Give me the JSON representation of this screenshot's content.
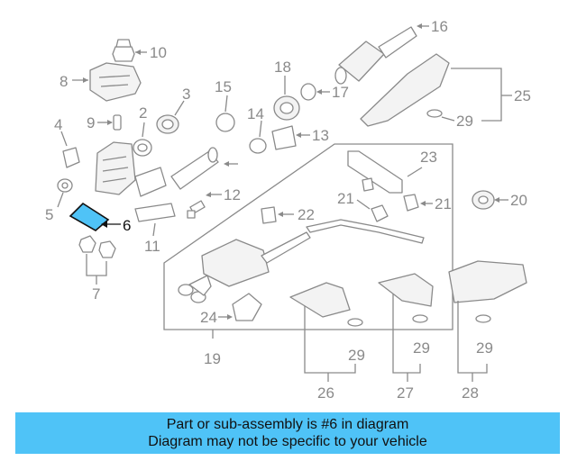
{
  "diagram": {
    "callouts": [
      "2",
      "3",
      "4",
      "5",
      "6",
      "7",
      "8",
      "9",
      "10",
      "11",
      "12",
      "13",
      "14",
      "15",
      "16",
      "17",
      "18",
      "19",
      "20",
      "21",
      "21",
      "22",
      "23",
      "24",
      "25",
      "26",
      "27",
      "28",
      "29",
      "29",
      "29",
      "29"
    ],
    "highlighted_part": "6",
    "highlight_color": "#4fc3f7"
  },
  "banner": {
    "line1": "Part or sub-assembly is #6 in diagram",
    "line2": "Diagram may not be specific to your vehicle",
    "background": "#4fc3f7"
  }
}
